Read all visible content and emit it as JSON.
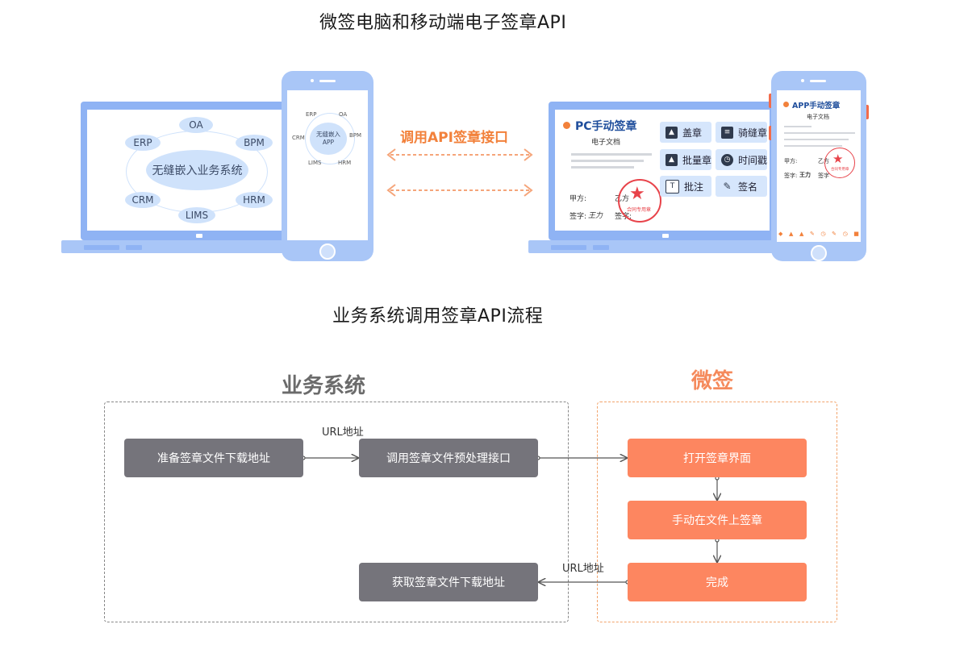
{
  "top_title": "微签电脑和移动端电子签章API",
  "left_laptop": {
    "center": "无缝嵌入业务系统",
    "nodes": [
      "OA",
      "ERP",
      "BPM",
      "CRM",
      "HRM",
      "LIMS"
    ]
  },
  "left_phone": {
    "center_line1": "无缝嵌入",
    "center_line2": "APP",
    "nodes": [
      "ERP",
      "OA",
      "CRM",
      "BPM",
      "LIMS",
      "HRM"
    ]
  },
  "middle_label": "调用API签章接口",
  "right_laptop": {
    "heading": "PC手动签章",
    "doc_title": "电子文档",
    "party_a": "甲方:",
    "party_b": "乙方",
    "sign_label": "签字:",
    "sign_label2": "签字:",
    "signature": "王力",
    "stamp_text": "合同专用章",
    "buttons": [
      "盖章",
      "骑缝章",
      "批量章",
      "时间戳",
      "批注",
      "签名"
    ]
  },
  "right_phone": {
    "heading": "APP手动签章",
    "doc_title": "电子文档",
    "party_a": "甲方:",
    "party_b": "乙方",
    "sign_label": "签字:",
    "sign_label2": "签字",
    "signature": "王力",
    "stamp_text": "合同专用章"
  },
  "flow_title": "业务系统调用签章API流程",
  "flow": {
    "left_group": "业务系统",
    "right_group": "微签",
    "boxes": {
      "prepare": "准备签章文件下载地址",
      "call_api": "调用签章文件预处理接口",
      "open_ui": "打开签章界面",
      "manual_sign": "手动在文件上签章",
      "done": "完成",
      "fetch": "获取签章文件下载地址"
    },
    "edge_url_1": "URL地址",
    "edge_url_2": "URL地址"
  },
  "colors": {
    "device_blue": "#8fb3f4",
    "oval_blue": "#cfe2fb",
    "accent_orange": "#f2813b",
    "box_gray": "#75747b",
    "box_orange": "#fd8660",
    "stamp_red": "#e8434a"
  }
}
